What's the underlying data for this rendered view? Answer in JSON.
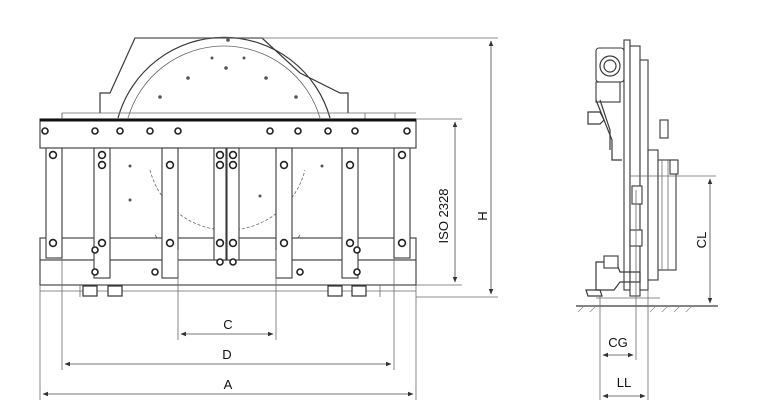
{
  "dimensions": {
    "A": "A",
    "C": "C",
    "D": "D",
    "H": "H",
    "iso": "ISO 2328",
    "CL": "CL",
    "CG": "CG",
    "LL": "LL"
  },
  "colors": {
    "line": "#3a3a3a",
    "background": "#ffffff"
  }
}
